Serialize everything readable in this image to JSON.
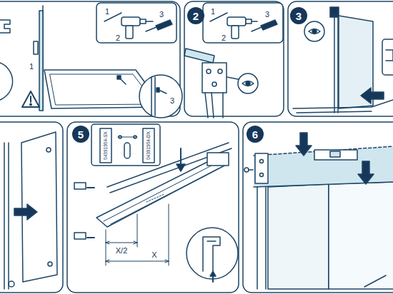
{
  "diagram": {
    "nodes": [
      {
        "text": [
          "2"
        ]
      },
      {
        "text": [
          "3"
        ]
      },
      {
        "text": [
          "5"
        ]
      },
      {
        "text": [
          "6"
        ]
      }
    ],
    "edges": [],
    "labels": [
      "1",
      "2",
      "3",
      "1",
      "3",
      "1",
      "2",
      "3",
      "04391904-SX",
      "04391904-DX",
      "X/2",
      "X"
    ]
  }
}
